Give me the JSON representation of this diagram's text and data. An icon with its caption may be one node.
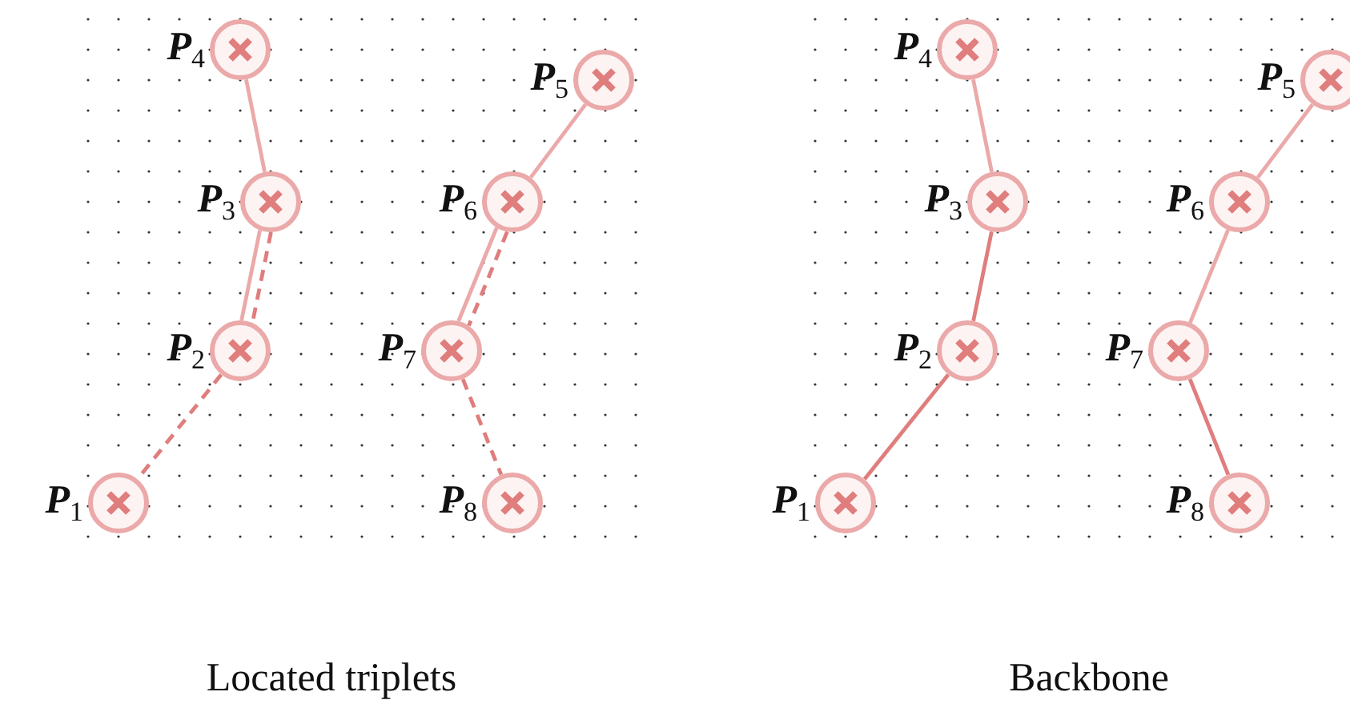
{
  "diagram": {
    "nodes": [
      {
        "text": [],
        "shape": "circle",
        "beside": [
          "P$_{1}$"
        ]
      },
      {
        "text": [],
        "shape": "circle",
        "beside": [
          "P$_{2}$"
        ]
      },
      {
        "text": [],
        "shape": "circle",
        "beside": [
          "P$_{3}$"
        ]
      },
      {
        "text": [],
        "shape": "circle",
        "beside": [
          "P$_{4}$"
        ]
      },
      {
        "text": [],
        "shape": "circle",
        "beside": [
          "P$_{5}$"
        ]
      },
      {
        "text": [],
        "shape": "circle",
        "beside": [
          "P$_{6}$"
        ]
      },
      {
        "text": [],
        "shape": "circle",
        "beside": [
          "P$_{7}$"
        ]
      },
      {
        "text": [],
        "shape": "circle",
        "beside": [
          "P$_{8}$"
        ]
      },
      {
        "text": [],
        "shape": "circle",
        "beside": [
          "P$_{1}$"
        ]
      },
      {
        "text": [],
        "shape": "circle",
        "beside": [
          "P$_{2}$"
        ]
      },
      {
        "text": [],
        "shape": "circle",
        "beside": [
          "P$_{3}$"
        ]
      },
      {
        "text": [],
        "shape": "circle",
        "beside": [
          "P$_{4}$"
        ]
      },
      {
        "text": [],
        "shape": "circle",
        "beside": [
          "P$_{5}$"
        ]
      },
      {
        "text": [],
        "shape": "circle",
        "beside": [
          "P$_{6}$"
        ]
      },
      {
        "text": [],
        "shape": "circle",
        "beside": [
          "P$_{7}$"
        ]
      },
      {
        "text": [],
        "shape": "circle",
        "beside": [
          "P$_{8}$"
        ]
      }
    ],
    "edges": [
      {
        "from": 3,
        "to": 2,
        "arrow": "none",
        "color": "#eba9a9"
      },
      {
        "from": 2,
        "to": 1,
        "arrow": "none",
        "color": "#eba9a9"
      },
      {
        "from": 2,
        "to": 1,
        "arrow": "none",
        "style": "dashed",
        "color": "#e07d7d"
      },
      {
        "from": 1,
        "to": 0,
        "arrow": "none",
        "style": "dashed",
        "color": "#e07d7d"
      },
      {
        "from": 4,
        "to": 5,
        "arrow": "none",
        "color": "#eba9a9"
      },
      {
        "from": 5,
        "to": 6,
        "arrow": "none",
        "color": "#eba9a9"
      },
      {
        "from": 5,
        "to": 6,
        "arrow": "none",
        "style": "dashed",
        "color": "#e07d7d"
      },
      {
        "from": 6,
        "to": 7,
        "arrow": "none",
        "style": "dashed",
        "color": "#e07d7d"
      },
      {
        "from": 11,
        "to": 10,
        "arrow": "none",
        "color": "#eba9a9"
      },
      {
        "from": 10,
        "to": 9,
        "arrow": "none",
        "color": "#e07d7d"
      },
      {
        "from": 9,
        "to": 8,
        "arrow": "none",
        "color": "#e07d7d"
      },
      {
        "from": 12,
        "to": 13,
        "arrow": "none",
        "color": "#eba9a9"
      },
      {
        "from": 13,
        "to": 14,
        "arrow": "none",
        "color": "#eba9a9"
      },
      {
        "from": 14,
        "to": 15,
        "arrow": "none",
        "color": "#e07d7d"
      }
    ],
    "labels": [
      "Located triplets",
      "Backbone"
    ]
  }
}
